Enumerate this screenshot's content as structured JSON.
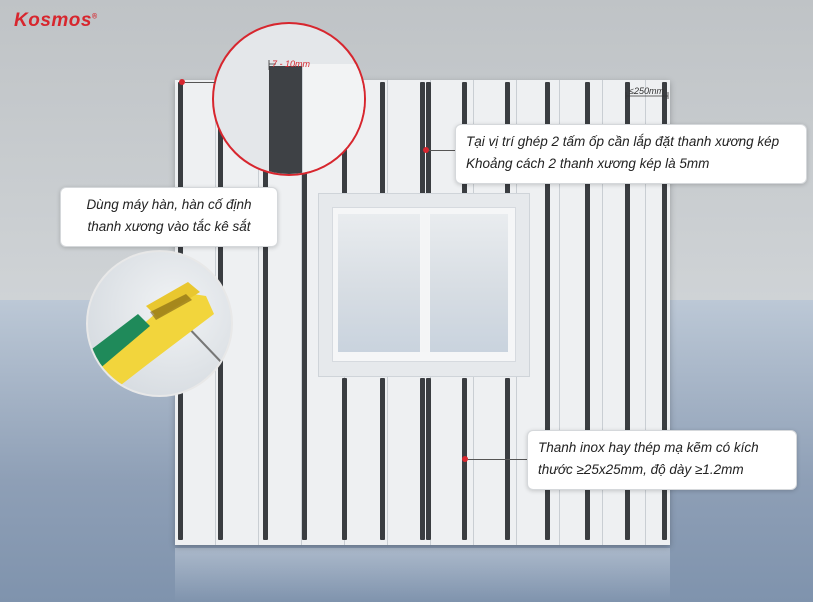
{
  "brand": {
    "logo_text": "Kosmos",
    "logo_mark": "®",
    "color": "#d7262e"
  },
  "zoom_detail": {
    "dimension_label": "7 - 10mm"
  },
  "spacing_label": "≤250mm",
  "callouts": {
    "welding": {
      "line1": "Dùng máy hàn, hàn cố định",
      "line2": "thanh xương vào tắc kê sắt"
    },
    "joint": {
      "line1": "Tại vị trí ghép 2 tấm ốp cần lắp đặt thanh xương kép",
      "line2": "Khoảng cách 2 thanh xương kép là 5mm"
    },
    "material": {
      "line1": "Thanh inox hay thép mạ kẽm có kích",
      "line2": "thước  ≥25x25mm, độ dày ≥1.2mm"
    }
  },
  "colors": {
    "stud": "#3a3d41",
    "panel": "#eef0f2",
    "accent": "#d7262e",
    "welder": "#f2d53c"
  }
}
